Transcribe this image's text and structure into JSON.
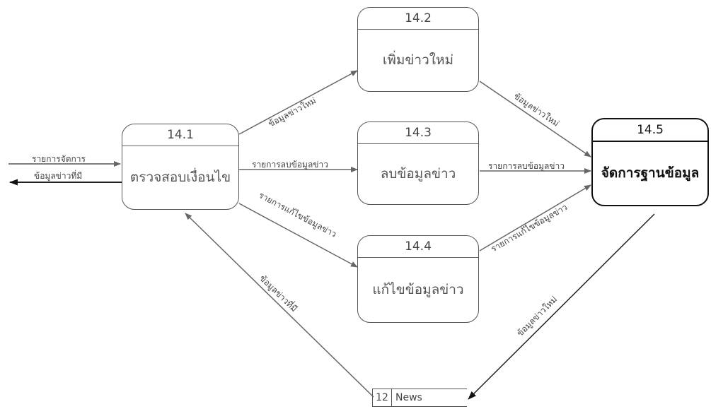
{
  "external": {
    "in_label": "รายการจัดการ",
    "out_label": "ข้อมูลข่าวที่มี"
  },
  "processes": {
    "p141": {
      "id": "14.1",
      "name": "ตรวจสอบเงื่อนไข"
    },
    "p142": {
      "id": "14.2",
      "name": "เพิ่มข่าวใหม่"
    },
    "p143": {
      "id": "14.3",
      "name": "ลบข้อมูลข่าว"
    },
    "p144": {
      "id": "14.4",
      "name": "แก้ไขข้อมูลข่าว"
    },
    "p145": {
      "id": "14.5",
      "name": "จัดการฐานข้อมูล"
    }
  },
  "flows": {
    "f1_to_2": "ข้อมูลข่าวใหม่",
    "f1_to_3": "รายการลบข้อมูลข่าว",
    "f1_to_4": "รายการแก้ไขข้อมูลข่าว",
    "f2_to_5": "ข้อมูลข่าวใหม่",
    "f3_to_5": "รายการลบข้อมูลข่าว",
    "f4_to_5": "รายการแก้ไขข้อมูลข่าว",
    "f5_to_store": "ข้อมูลข่าวใหม่",
    "store_to_1": "ข้อมูลข่าวที่มี"
  },
  "store": {
    "id": "12",
    "name": "News"
  }
}
